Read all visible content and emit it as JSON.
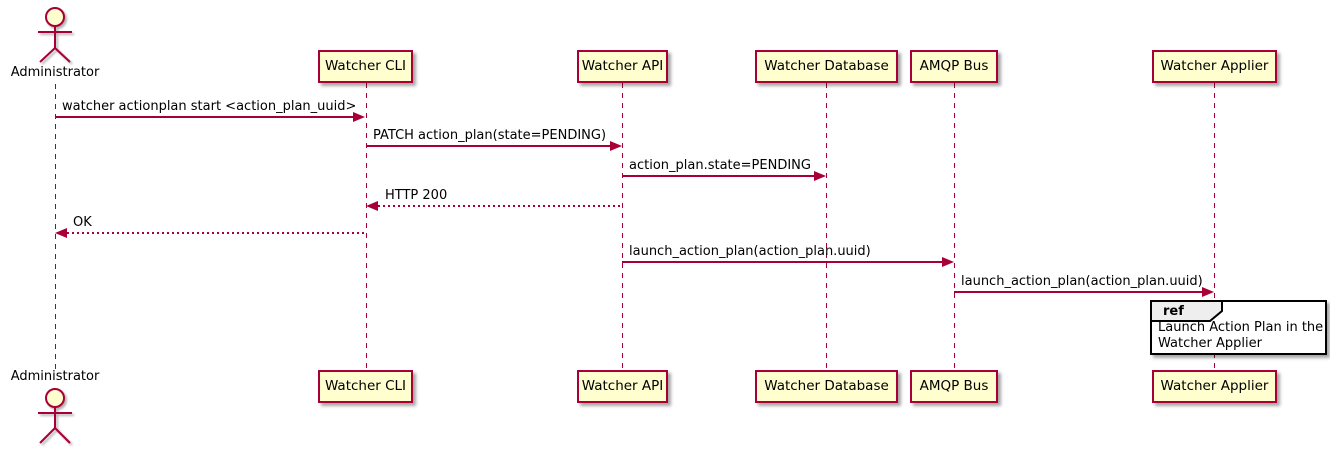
{
  "actor": {
    "label": "Administrator"
  },
  "participants": [
    {
      "label": "Watcher CLI"
    },
    {
      "label": "Watcher API"
    },
    {
      "label": "Watcher Database"
    },
    {
      "label": "AMQP Bus"
    },
    {
      "label": "Watcher Applier"
    }
  ],
  "messages": [
    {
      "from": "Administrator",
      "to": "Watcher CLI",
      "label": "watcher actionplan start <action_plan_uuid>",
      "line": "solid",
      "direction": "right"
    },
    {
      "from": "Watcher CLI",
      "to": "Watcher API",
      "label": "PATCH action_plan(state=PENDING)",
      "line": "solid",
      "direction": "right"
    },
    {
      "from": "Watcher API",
      "to": "Watcher Database",
      "label": "action_plan.state=PENDING",
      "line": "solid",
      "direction": "right"
    },
    {
      "from": "Watcher API",
      "to": "Watcher CLI",
      "label": "HTTP 200",
      "line": "dotted",
      "direction": "left"
    },
    {
      "from": "Watcher CLI",
      "to": "Administrator",
      "label": "OK",
      "line": "dotted",
      "direction": "left"
    },
    {
      "from": "Watcher API",
      "to": "AMQP Bus",
      "label": "launch_action_plan(action_plan.uuid)",
      "line": "solid",
      "direction": "right"
    },
    {
      "from": "AMQP Bus",
      "to": "Watcher Applier",
      "label": "launch_action_plan(action_plan.uuid)",
      "line": "solid",
      "direction": "right"
    }
  ],
  "ref": {
    "keyword": "ref",
    "lines": [
      "Launch Action Plan in the",
      "Watcher Applier"
    ]
  },
  "colors": {
    "accent": "#A80036",
    "participant_fill": "#FEFECE",
    "ref_header_fill": "#EEEEEE",
    "frame_border": "#000000",
    "text": "#000000",
    "background": "#FFFFFF"
  }
}
